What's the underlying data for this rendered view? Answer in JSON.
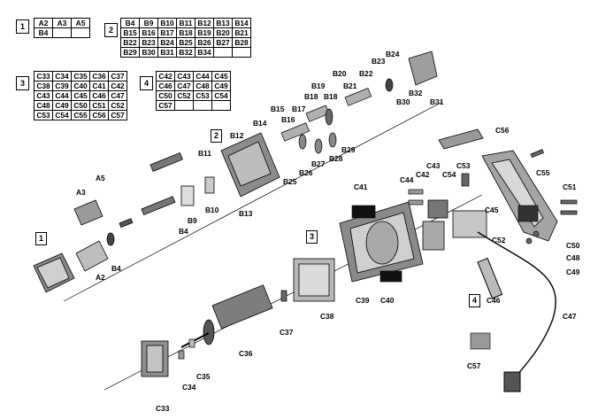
{
  "legend_groups": [
    {
      "num": "1",
      "rows": [
        [
          "A2",
          "A3",
          "A5"
        ],
        [
          "B4",
          "",
          ""
        ]
      ]
    },
    {
      "num": "2",
      "rows": [
        [
          "B4",
          "B9",
          "B10",
          "B11",
          "B12",
          "B13",
          "B14"
        ],
        [
          "B15",
          "B16",
          "B17",
          "B18",
          "B19",
          "B20",
          "B21"
        ],
        [
          "B22",
          "B23",
          "B24",
          "B25",
          "B26",
          "B27",
          "B28"
        ],
        [
          "B29",
          "B30",
          "B31",
          "B32",
          "B34",
          "",
          ""
        ]
      ]
    },
    {
      "num": "3",
      "rows": [
        [
          "C33",
          "C34",
          "C35",
          "C36",
          "C37"
        ],
        [
          "C38",
          "C39",
          "C40",
          "C41",
          "C42"
        ],
        [
          "C43",
          "C44",
          "C45",
          "C46",
          "C47"
        ],
        [
          "C48",
          "C49",
          "C50",
          "C51",
          "C52"
        ],
        [
          "C53",
          "C54",
          "C55",
          "C56",
          "C57"
        ]
      ]
    },
    {
      "num": "4",
      "rows": [
        [
          "C42",
          "C43",
          "C44",
          "C45"
        ],
        [
          "C46",
          "C47",
          "C48",
          "C49"
        ],
        [
          "C50",
          "C52",
          "C53",
          "C54"
        ],
        [
          "C57",
          "",
          "",
          ""
        ]
      ]
    }
  ],
  "callout_boxes": {
    "box1": "1",
    "box2": "2",
    "box3": "3",
    "box4": "4"
  },
  "part_labels": {
    "A2": "A2",
    "A3": "A3",
    "A5": "A5",
    "B4a": "B4",
    "B4b": "B4",
    "B9": "B9",
    "B10": "B10",
    "B11": "B11",
    "B12": "B12",
    "B13": "B13",
    "B14": "B14",
    "B15": "B15",
    "B16": "B16",
    "B17": "B17",
    "B18a": "B18",
    "B18b": "B18",
    "B19": "B19",
    "B20": "B20",
    "B21": "B21",
    "B22": "B22",
    "B23": "B23",
    "B24": "B24",
    "B25": "B25",
    "B26": "B26",
    "B27": "B27",
    "B28": "B28",
    "B29": "B29",
    "B30": "B30",
    "B31": "B31",
    "B32": "B32",
    "C33": "C33",
    "C34": "C34",
    "C35": "C35",
    "C36": "C36",
    "C37": "C37",
    "C38": "C38",
    "C39": "C39",
    "C40": "C40",
    "C41": "C41",
    "C42": "C42",
    "C43": "C43",
    "C44": "C44",
    "C45": "C45",
    "C46": "C46",
    "C47": "C47",
    "C48": "C48",
    "C49": "C49",
    "C50": "C50",
    "C51": "C51",
    "C52": "C52",
    "C53": "C53",
    "C54": "C54",
    "C55": "C55",
    "C56": "C56",
    "C57": "C57"
  }
}
